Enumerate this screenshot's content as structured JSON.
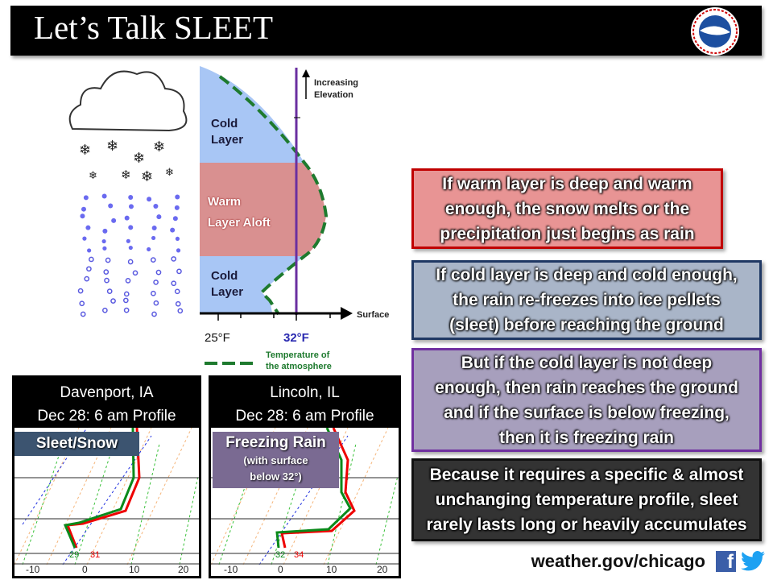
{
  "header": {
    "title": "Let’s Talk SLEET",
    "logo_text": "NATIONAL WEATHER SERVICE"
  },
  "diagram": {
    "cold_layer_top": "Cold\nLayer",
    "warm_layer": "Warm\nLayer  Aloft",
    "cold_layer_bottom": "Cold\nLayer",
    "elevation_label": "Increasing\nElevation",
    "surface_label": "Surface",
    "temp_left": "25°F",
    "temp_freezing": "32°F",
    "legend": "Temperature of\nthe atmosphere"
  },
  "explanations": [
    {
      "text": "If warm layer is deep and warm\nenough, the snow  melts or the\nprecipitation just begins as rain"
    },
    {
      "text": "If cold layer is deep and cold enough,\nthe rain re-freezes into ice pellets\n(sleet) before reaching the ground"
    },
    {
      "text": "But if the cold layer is not deep\nenough, then rain reaches the ground\nand if the surface is below freezing,\nthen it is freezing rain"
    },
    {
      "text": "Because it requires a specific & almost\nunchanging temperature  profile, sleet\nrarely lasts long or heavily accumulates"
    }
  ],
  "profiles": [
    {
      "title": "Davenport, IA\nDec 28:  6 am Profile",
      "badge": "Sleet/Snow",
      "badge_sub": "",
      "dewpoint": "29",
      "temp": "31",
      "ticks": [
        "-10",
        "0",
        "10",
        "20"
      ]
    },
    {
      "title": "Lincoln, IL\nDec 28:  6 am Profile",
      "badge": "Freezing Rain",
      "badge_sub": "(with surface\nbelow 32°)",
      "dewpoint": "32",
      "temp": "34",
      "ticks": [
        "-10",
        "0",
        "10",
        "20"
      ]
    }
  ],
  "footer": {
    "url": "weather.gov/chicago",
    "facebook": "f"
  },
  "colors": {
    "warm": "#d99090",
    "cold": "#a8c6f5",
    "line": "#1e7a2e",
    "freezing": "#6a2fa0"
  }
}
